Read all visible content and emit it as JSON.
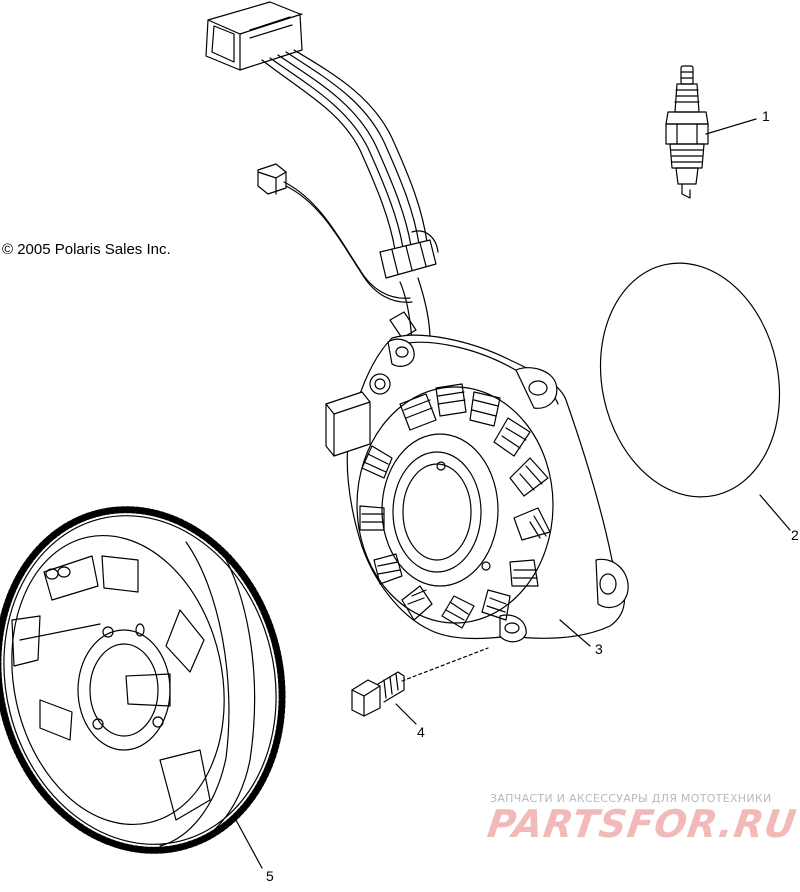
{
  "copyright": "© 2005 Polaris Sales Inc.",
  "callouts": [
    {
      "label": "1",
      "part": "spark-plug"
    },
    {
      "label": "2",
      "part": "gasket"
    },
    {
      "label": "3",
      "part": "stator"
    },
    {
      "label": "4",
      "part": "screw"
    },
    {
      "label": "5",
      "part": "flywheel"
    }
  ],
  "watermark": {
    "tagline": "ЗАПЧАСТИ И АКСЕССУАРЫ ДЛЯ МОТОТЕХНИКИ",
    "logo": "PARTSFOR.RU"
  },
  "colors": {
    "line": "#000000",
    "paper": "#ffffff",
    "watermark_logo": "#f2b9b9",
    "watermark_text": "#b9b9b9"
  }
}
